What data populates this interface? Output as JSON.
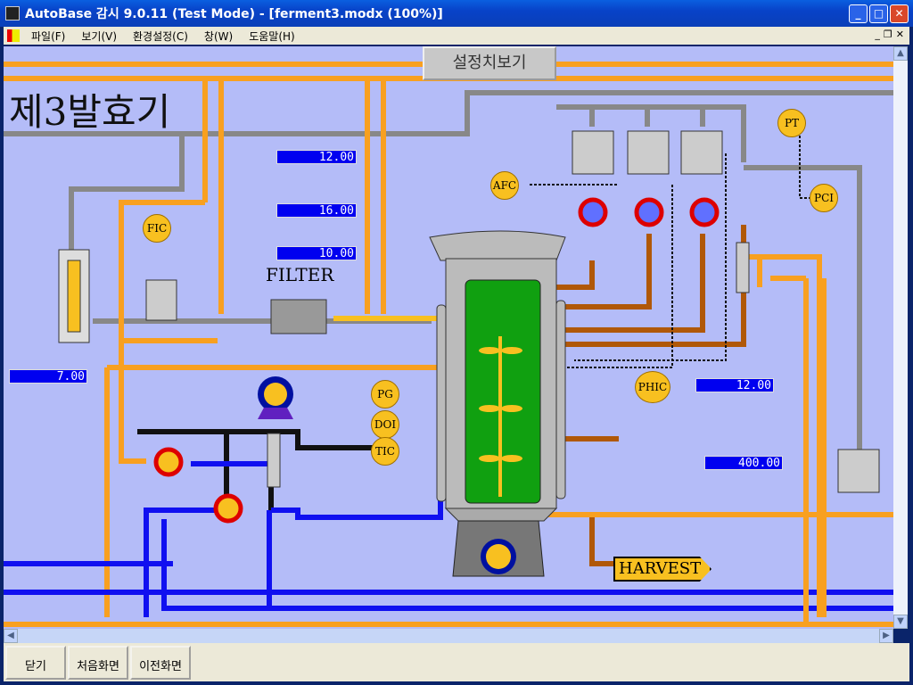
{
  "window": {
    "title": "AutoBase 감시 9.0.11 (Test Mode) - [ferment3.modx (100%)]",
    "min": "_",
    "max": "□",
    "close": "✕"
  },
  "menu": [
    "파일(F)",
    "보기(V)",
    "환경설정(C)",
    "창(W)",
    "도움말(H)"
  ],
  "screen": {
    "title": "제3발효기",
    "setpoint_button": "설정치보기",
    "filter_label": "FILTER",
    "harvest_label": "HARVEST"
  },
  "values": {
    "v1": "12.00",
    "v2": "16.00",
    "v3": "10.00",
    "v4": "7.00",
    "v5": "12.00",
    "v6": "400.00"
  },
  "tags": {
    "fic": "FIC",
    "afc": "AFC",
    "pt": "PT",
    "pci": "PCI",
    "phic": "PHIC",
    "pg": "PG",
    "doi": "DOI",
    "tic": "TIC"
  },
  "bottom": [
    "닫기",
    "처음화면",
    "이전화면"
  ]
}
